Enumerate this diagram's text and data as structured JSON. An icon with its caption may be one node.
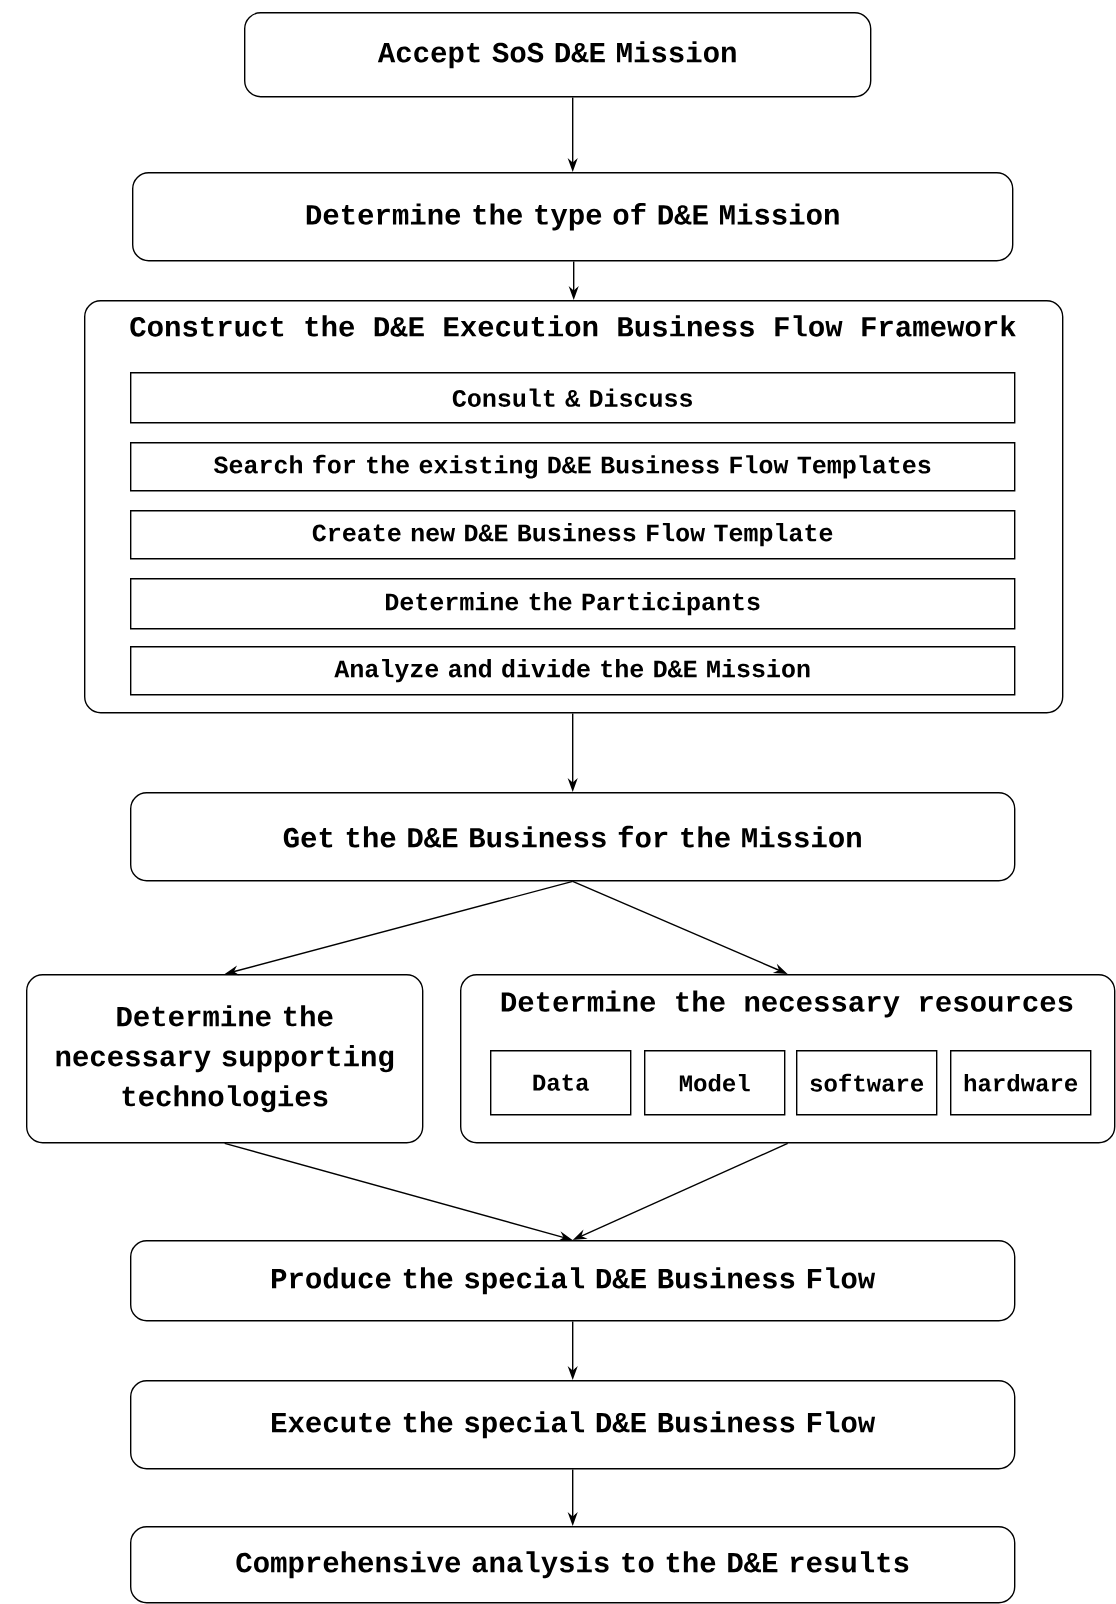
{
  "diagram": {
    "nodes": [
      {
        "text": [
          "Accept SoS D&E Mission"
        ]
      },
      {
        "text": [
          "Determine the type of D&E Mission"
        ]
      },
      {
        "text": [
          "Construct the D&E Execution Business Flow Framework"
        ]
      },
      {
        "text": [
          "Consult & Discuss"
        ],
        "in": 2
      },
      {
        "text": [
          "Search for the existing D&E Business Flow Templates"
        ],
        "in": 2
      },
      {
        "text": [
          "Create new D&E Business Flow Template"
        ],
        "in": 2
      },
      {
        "text": [
          "Determine the Participants"
        ],
        "in": 2
      },
      {
        "text": [
          "Analyze and divide the D&E Mission"
        ],
        "in": 2
      },
      {
        "text": [
          "Get the D&E Business for the Mission"
        ]
      },
      {
        "text": [
          "Determine the necessary supporting technologies"
        ]
      },
      {
        "text": [
          "Determine the necessary resources"
        ]
      },
      {
        "text": [
          "Data"
        ],
        "in": 10
      },
      {
        "text": [
          "Model"
        ],
        "in": 10
      },
      {
        "text": [
          "software"
        ],
        "in": 10
      },
      {
        "text": [
          "hardware"
        ],
        "in": 10
      },
      {
        "text": [
          "Produce the special D&E Business Flow"
        ]
      },
      {
        "text": [
          "Execute the special D&E Business Flow"
        ]
      },
      {
        "text": [
          "Comprehensive analysis to the D&E results"
        ]
      }
    ],
    "edges": [
      {
        "from": 0,
        "to": 1,
        "arrow": "to"
      },
      {
        "from": 1,
        "to": 2,
        "arrow": "to"
      },
      {
        "from": 2,
        "to": 8,
        "arrow": "to"
      },
      {
        "from": 8,
        "to": 9,
        "arrow": "to"
      },
      {
        "from": 8,
        "to": 10,
        "arrow": "to"
      },
      {
        "from": 9,
        "to": 15,
        "arrow": "to"
      },
      {
        "from": 10,
        "to": 15,
        "arrow": "to"
      },
      {
        "from": 15,
        "to": 16,
        "arrow": "to"
      },
      {
        "from": 16,
        "to": 17,
        "arrow": "to"
      }
    ]
  }
}
